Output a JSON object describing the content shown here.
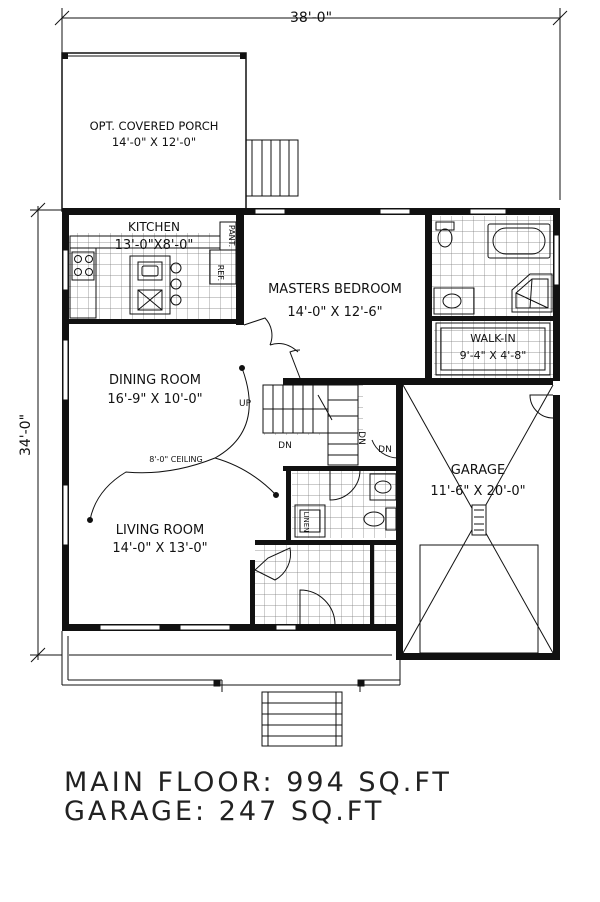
{
  "dimensions": {
    "overall_width": "38'-0\"",
    "overall_depth": "34'-0\""
  },
  "rooms": {
    "porch": {
      "name": "OPT. COVERED PORCH",
      "size": "14'-0\" X 12'-0\""
    },
    "kitchen": {
      "name": "KITCHEN",
      "size": "13'-0\"X8'-0\""
    },
    "master": {
      "name": "MASTERS BEDROOM",
      "size": "14'-0\" X 12'-6\""
    },
    "walkin": {
      "name": "WALK-IN",
      "size": "9'-4\" X 4'-8\""
    },
    "dining": {
      "name": "DINING ROOM",
      "size": "16'-9\" X 10'-0\""
    },
    "living": {
      "name": "LIVING ROOM",
      "size": "14'-0\" X 13'-0\""
    },
    "garage": {
      "name": "GARAGE",
      "size": "11'-6\" X 20'-0\""
    }
  },
  "fixtures": {
    "pantry": "PANT.",
    "fridge": "REF.",
    "linen": "LINEN",
    "ceiling": "8'-0\" CEILING"
  },
  "stairs": {
    "up": "UP",
    "down": "DN"
  },
  "summary": {
    "main_floor": "MAIN FLOOR: 994 SQ.FT",
    "garage": "GARAGE: 247 SQ.FT"
  }
}
